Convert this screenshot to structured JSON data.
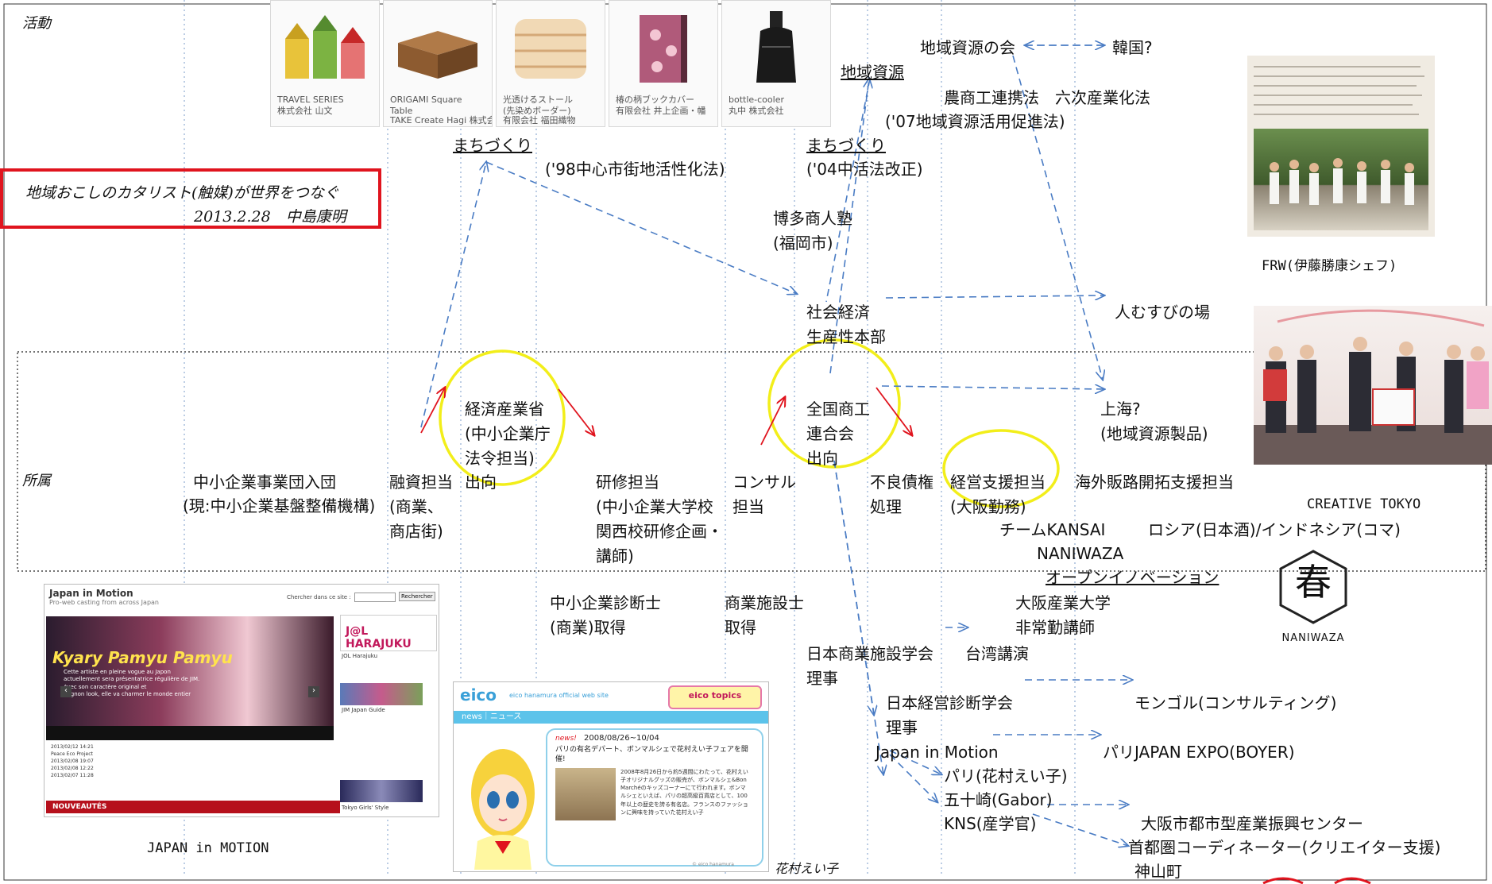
{
  "labels": {
    "activity": "活動",
    "affiliation": "所属"
  },
  "title": {
    "line1": "地域おこしのカタリスト(触媒)が世界をつなぐ",
    "line2": "2013.2.28　中島康明"
  },
  "products": [
    {
      "name": "TRAVEL SERIES",
      "maker": "株式会社 山文",
      "icon": "house-blocks-icon"
    },
    {
      "name": "ORIGAMI Square\nTable",
      "maker": "TAKE Create Hagi 株式会社",
      "icon": "table-icon"
    },
    {
      "name": "光透けるストール\n(先染めボーダー)",
      "maker": "有限会社 福田織物",
      "icon": "stole-icon"
    },
    {
      "name": "椿の柄ブックカバー",
      "maker": "有限会社 井上企画・幡",
      "icon": "bookcover-icon"
    },
    {
      "name": "bottle-cooler",
      "maker": "丸中 株式会社",
      "icon": "bottle-icon"
    }
  ],
  "nodes": {
    "machizukuri_1": "まちづくり",
    "law_98": "('98中心市街地活性化法)",
    "machizukuri_2": "まちづくり",
    "law_04": "('04中活法改正)",
    "chiiki_shigen": "地域資源",
    "chiiki_shigen_kai": "地域資源の会",
    "korea": "韓国?",
    "nosho": "農商工連携法　六次産業化法",
    "law_07": "('07地域資源活用促進法)",
    "hakata": "博多商人塾\n(福岡市)",
    "shakai": "社会経済\n生産性本部",
    "hitomusubi": "人むすびの場",
    "shanghai": "上海?\n(地域資源製品)",
    "meti": "経済産業省\n(中小企業庁\n法令担当)",
    "zenkoku": "全国商工\n連合会\n出向",
    "chusho_jigyodan": "中小企業事業団入団",
    "genkiban": "(現:中小企業基盤整備機構)",
    "yushi": "融資担当\n(商業、\n商店街)",
    "shukko": "出向",
    "kenshu": "研修担当\n(中小企業大学校\n関西校研修企画・\n講師)",
    "consul": "コンサル\n担当",
    "furyo": "不良債権\n処理",
    "keiei": "経営支援担当\n(大阪勤務)",
    "kaigai": "海外販路開拓支援担当",
    "team_kansai": "チームKANSAI",
    "russia": "ロシア(日本酒)/インドネシア(コマ)",
    "naniwaza_text": "NANIWAZA",
    "open_innov": "オープンイノベーション",
    "shindanshi": "中小企業診断士\n(商業)取得",
    "shisetsushi": "商業施設士\n取得",
    "osaka_sangyo": "大阪産業大学\n非常勤講師",
    "nihon_shisetsu": "日本商業施設学会\n理事",
    "taiwan": "台湾講演",
    "nihon_keiei": "日本経営診断学会\n理事",
    "mongol": "モンゴル(コンサルティング)",
    "jim": "Japan in Motion",
    "paris_expo": "パリJAPAN EXPO(BOYER)",
    "paris": "パリ(花村えい子)",
    "isozaki": "五十崎(Gabor)",
    "kns": "KNS(産学官)",
    "osaka_toshi": "大阪市都市型産業振興センター",
    "shutoken": "首都圏コーディネーター(クリエイター支援)",
    "kamiyama": "神山町"
  },
  "captions": {
    "frw": "FRW(伊藤勝康シェフ)",
    "creative": "CREATIVE TOKYO",
    "jim_caption": "JAPAN in MOTION",
    "hanamura": "花村えい子",
    "naniwaza_logo": "NANIWAZA",
    "naniwaza_kanji": "春"
  },
  "jim_site": {
    "logo": "Japan in Motion",
    "tagline": "Pro-web casting from across Japan",
    "search_label": "Chercher dans ce site :",
    "search_button": "Rechercher",
    "banner_title": "Kyary Pamyu Pamyu",
    "banner_text": "Cette artiste en pleine vogue au Japon\nactuellement sera présentatrice régulière de JIM.\nAvec son caractère original et\nmignon look, elle va charmer le monde entier",
    "side_title": "J@L HARAJUKU",
    "side_caption": "JOL Harajuku",
    "side_guide": "JIM Japan Guide",
    "side_girls": "Tokyo Girls' Style",
    "news_bar": "NOUVEAUTÉS",
    "news": [
      "2013/02/12 14:21",
      "Peace Eco Project",
      "2013/02/08 19:07",
      "2013/02/08 12:22",
      "2013/02/07 11:28"
    ]
  },
  "eico_site": {
    "logo": "eico",
    "subtitle": "eico hanamura official web site",
    "badge": "eico topics",
    "nav": "news｜ニュース",
    "news_label": "news!",
    "news_date": "2008/08/26~10/04",
    "news_title": "パリの有名デパート、ボンマルシェで花村えい子フェアを開催!",
    "news_body": "2008年8月26日から約5週間にわたって、花村えい子オリジナルグッズの販売が、ボンマルシェ&Bon Marchéのキッズコーナーにて行われます。ボンマルシェといえば、パリの超高級百貨店として、100年以上の歴史を誇る有名店。フランスのファッションに興味を持っていた花村えい子",
    "copyright": "© eico hanamura"
  },
  "colors": {
    "arrow_blue": "#4a7cc4",
    "arrow_red": "#e0141e",
    "circle_yellow": "#f2ee1a",
    "title_border": "#e0141e"
  }
}
